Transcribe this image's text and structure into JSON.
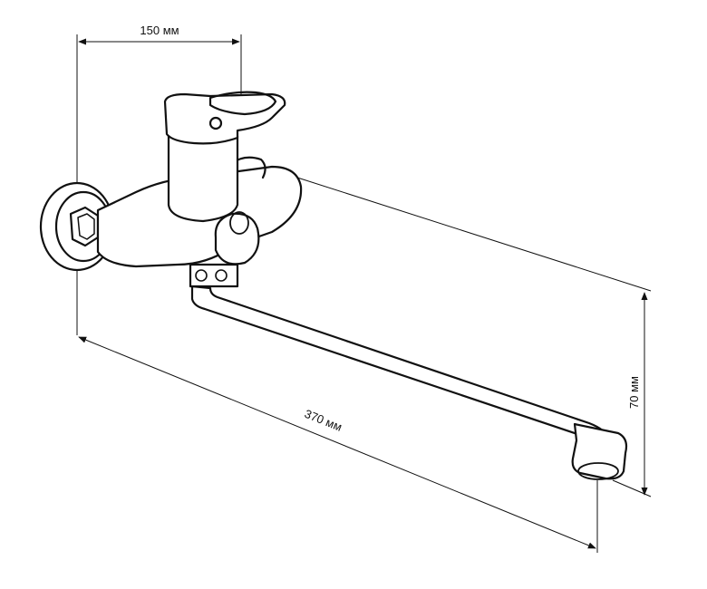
{
  "dimensions": {
    "width_label": "150 мм",
    "length_label": "370 мм",
    "height_label": "70 мм"
  },
  "colors": {
    "line": "#111111",
    "background": "#ffffff"
  }
}
